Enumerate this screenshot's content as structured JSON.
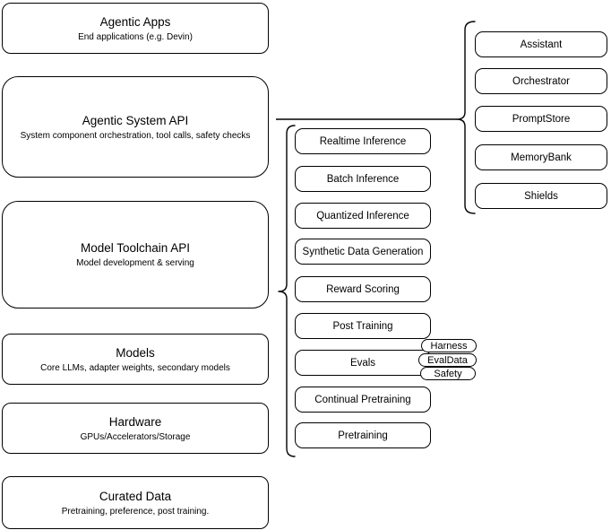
{
  "diagram": {
    "left_stack": [
      {
        "title": "Agentic Apps",
        "subtitle": "End applications (e.g. Devin)"
      },
      {
        "title": "Agentic System API",
        "subtitle": "System component orchestration, tool calls, safety checks"
      },
      {
        "title": "Model Toolchain API",
        "subtitle": "Model development & serving"
      },
      {
        "title": "Models",
        "subtitle": "Core LLMs, adapter weights, secondary models"
      },
      {
        "title": "Hardware",
        "subtitle": "GPUs/Accelerators/Storage"
      },
      {
        "title": "Curated Data",
        "subtitle": "Pretraining, preference, post training."
      }
    ],
    "toolchain_services": [
      {
        "label": "Realtime Inference"
      },
      {
        "label": "Batch Inference"
      },
      {
        "label": "Quantized Inference"
      },
      {
        "label": "Synthetic Data Generation"
      },
      {
        "label": "Reward Scoring"
      },
      {
        "label": "Post Training"
      },
      {
        "label": "Evals"
      },
      {
        "label": "Continual Pretraining"
      },
      {
        "label": "Pretraining"
      }
    ],
    "eval_tags": [
      {
        "label": "Harness"
      },
      {
        "label": "EvalData"
      },
      {
        "label": "Safety"
      }
    ],
    "system_components": [
      {
        "label": "Assistant"
      },
      {
        "label": "Orchestrator"
      },
      {
        "label": "PromptStore"
      },
      {
        "label": "MemoryBank"
      },
      {
        "label": "Shields"
      }
    ],
    "colors": {
      "stroke": "#000000",
      "fill": "#ffffff",
      "text": "#000000",
      "background": "#ffffff"
    }
  }
}
